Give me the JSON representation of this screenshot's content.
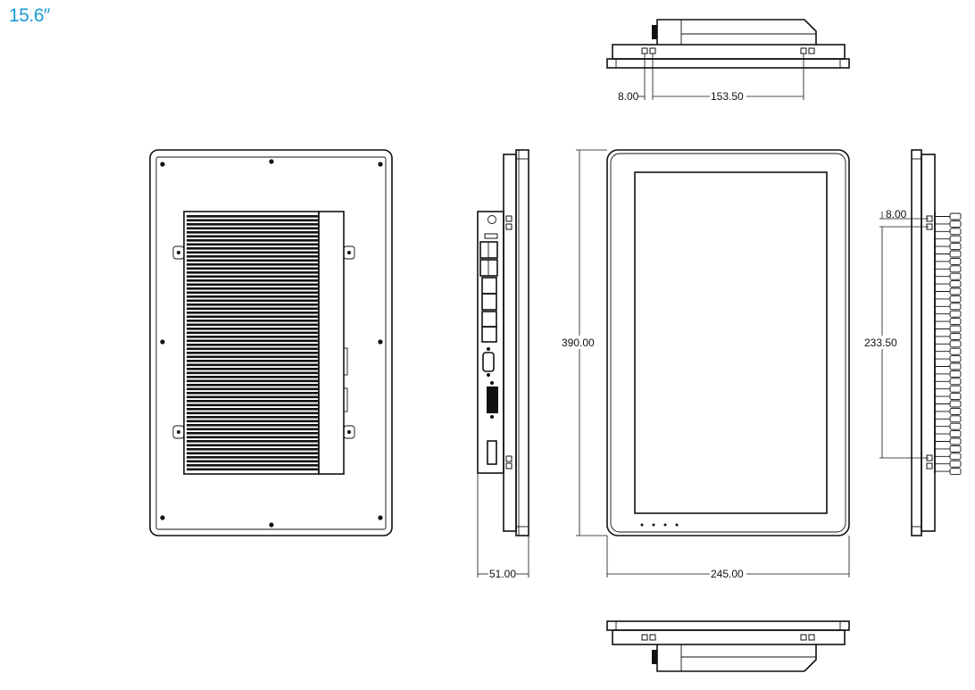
{
  "title": "15.6″",
  "dimensions": {
    "top_mount_offset": "8.00",
    "top_mount_spacing": "153.50",
    "height": "390.00",
    "side_mount_spacing": "233.50",
    "side_mount_offset": "8.00",
    "depth": "51.00",
    "width": "245.00"
  }
}
